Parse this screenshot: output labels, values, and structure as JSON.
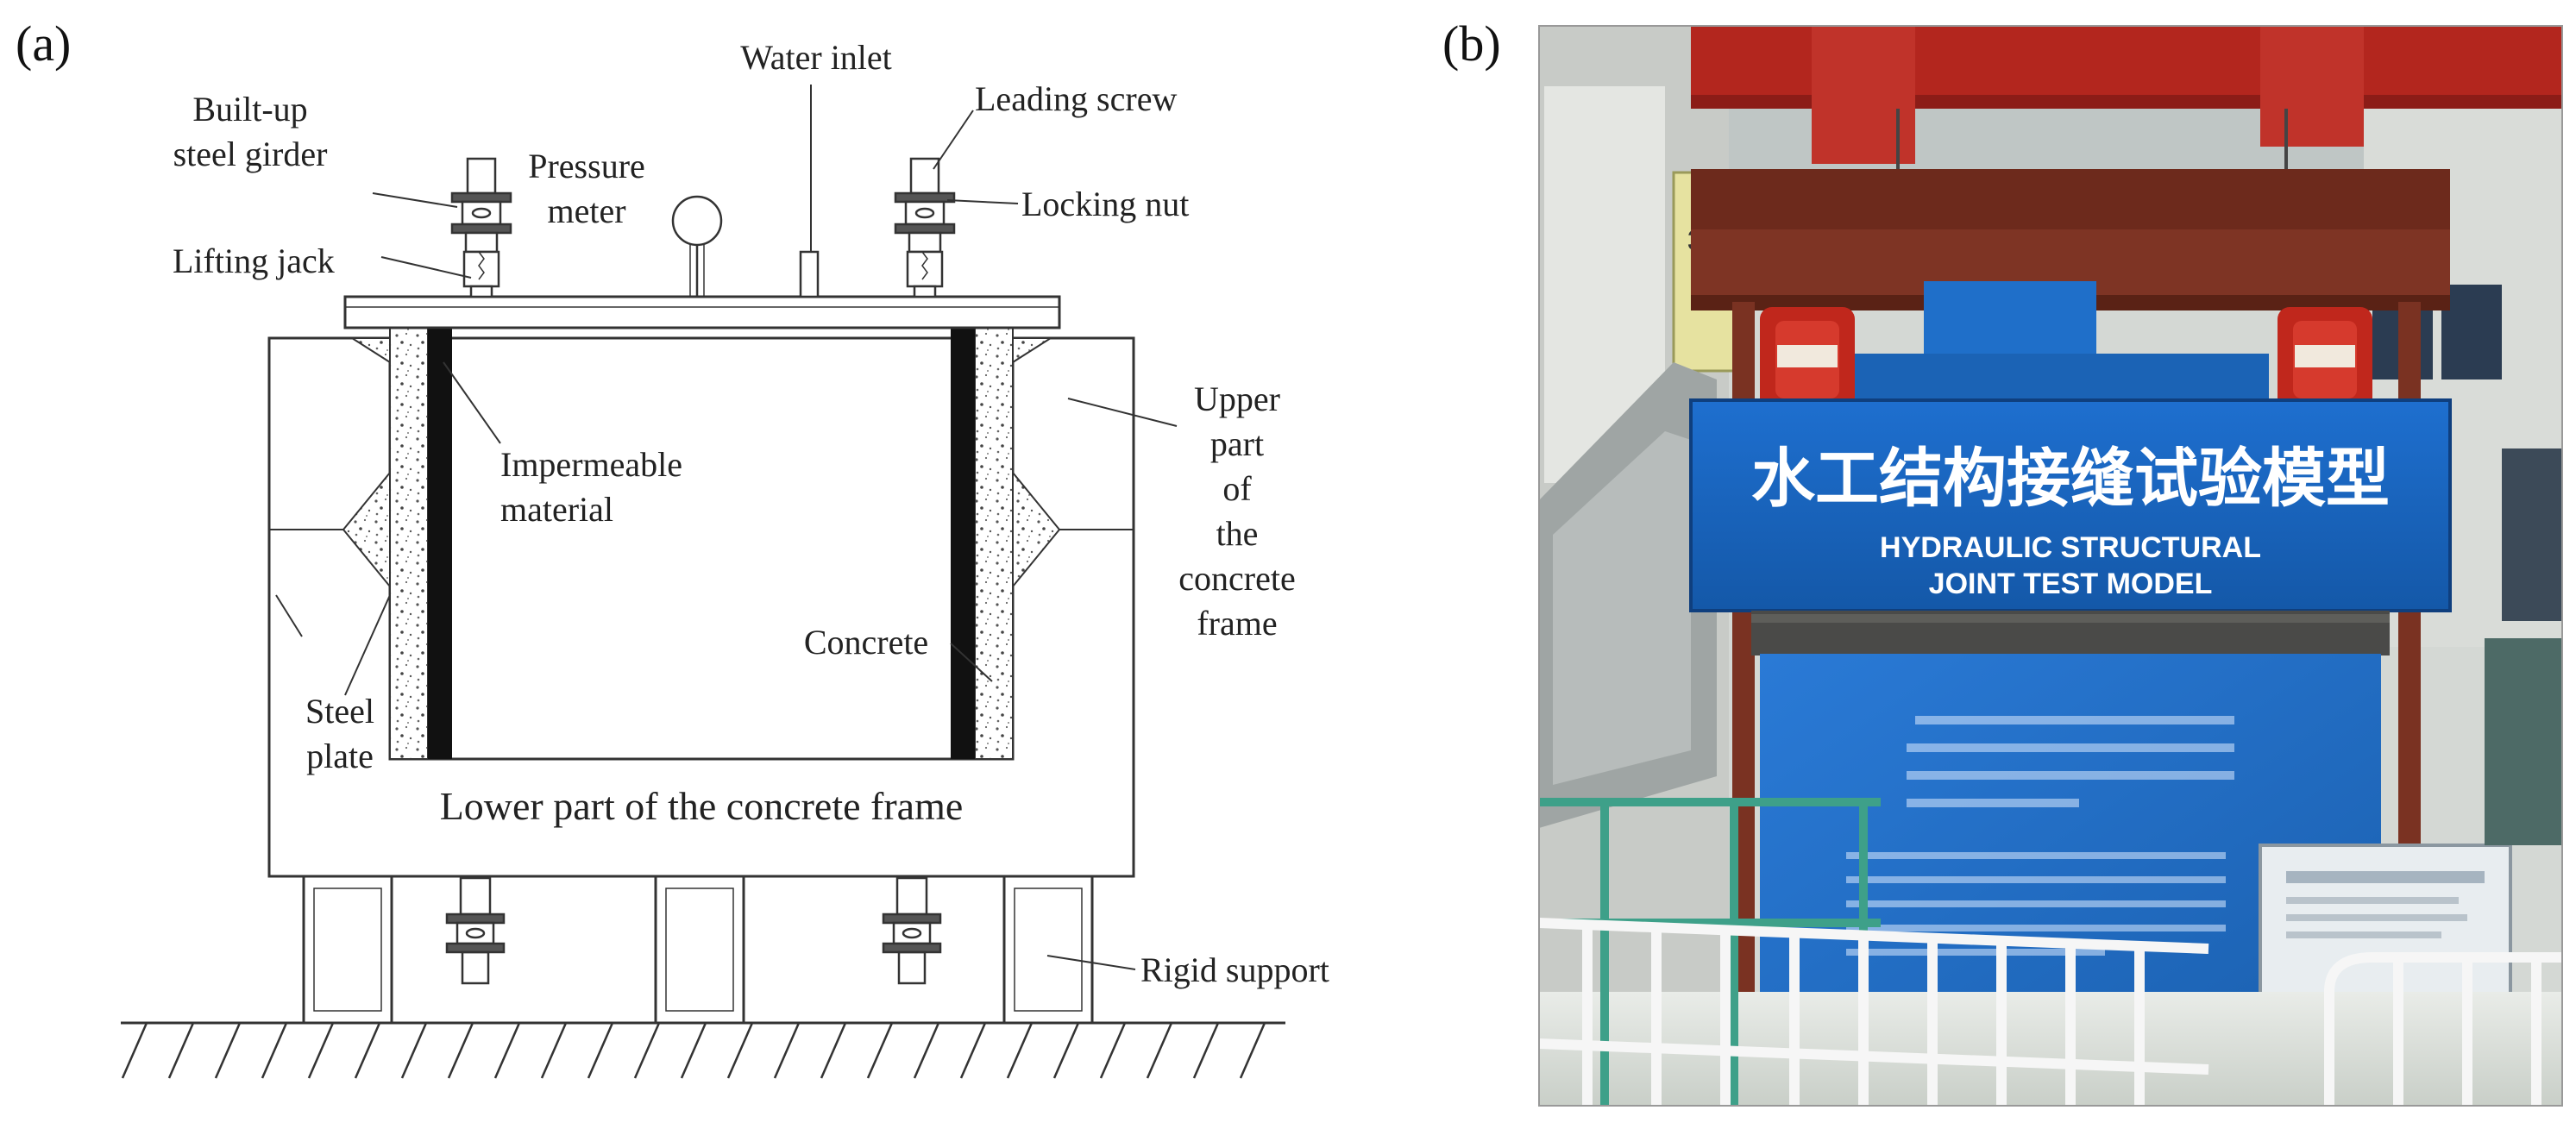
{
  "panel_a": {
    "label": "(a)",
    "labels": {
      "built_up_girder": [
        "Built-up",
        "steel girder"
      ],
      "lifting_jack": "Lifting jack",
      "pressure_meter": [
        "Pressure",
        "meter"
      ],
      "water_inlet": "Water inlet",
      "leading_screw": "Leading screw",
      "locking_nut": "Locking nut",
      "impermeable_material": [
        "Impermeable",
        "material"
      ],
      "upper_part": [
        "Upper",
        "part",
        "of",
        "the",
        "concrete",
        "frame"
      ],
      "concrete": "Concrete",
      "steel_plate": [
        "Steel",
        "plate"
      ],
      "lower_part": "Lower part of the concrete frame",
      "rigid_support": "Rigid support"
    }
  },
  "panel_b": {
    "label": "(b)",
    "sign_chinese": "水工结构接缝试验模型",
    "sign_english": [
      "HYDRAULIC STRUCTURAL",
      "JOINT TEST MODEL"
    ],
    "marker_text": "32",
    "colors": {
      "sign_blue": "#1565c0",
      "crane_red": "#b3261e",
      "girder_brown": "#6d2a1c",
      "jack_red": "#c0271c"
    }
  }
}
